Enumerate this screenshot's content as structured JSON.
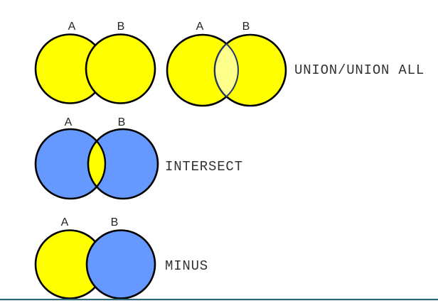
{
  "colors": {
    "circle_yellow": "#ffff00",
    "circle_blue": "#6699ff",
    "overlap_pale_yellow": "#ffff8c",
    "overlap_outline_navy": "#233a6b",
    "circle_outline": "#000000",
    "label_text": "#222222",
    "operation_text": "#333333",
    "bottom_rule": "#2f6878",
    "background": "#ffffff"
  },
  "diagrams": {
    "union_plain": {
      "label_a": "A",
      "label_b": "B"
    },
    "union_overlap": {
      "label_a": "A",
      "label_b": "B"
    },
    "intersect": {
      "label_a": "A",
      "label_b": "B"
    },
    "minus": {
      "label_a": "A",
      "label_b": "B"
    }
  },
  "operations": {
    "union": "UNION/UNION ALL",
    "intersect": "INTERSECT",
    "minus": "MINUS"
  }
}
